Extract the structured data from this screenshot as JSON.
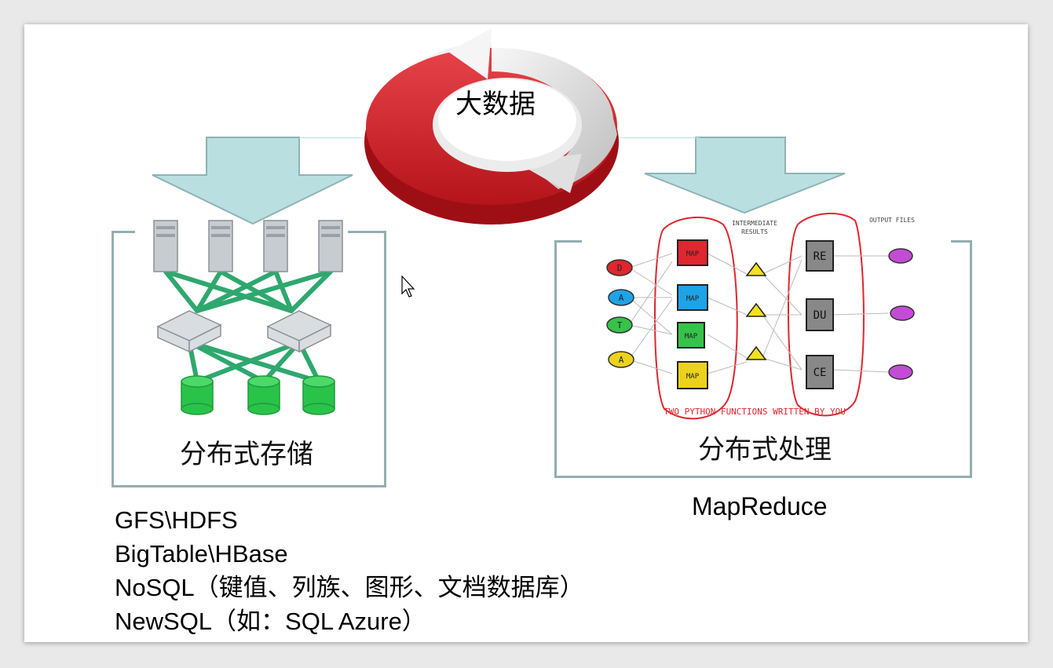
{
  "center": {
    "title": "大数据"
  },
  "storage": {
    "label": "分布式存储",
    "technologies": [
      "GFS\\HDFS",
      "BigTable\\HBase",
      "NoSQL（键值、列族、图形、文档数据库）",
      "NewSQL（如：SQL Azure）"
    ]
  },
  "processing": {
    "label": "分布式处理",
    "technology": "MapReduce",
    "sketch": {
      "inputs": [
        "D",
        "A",
        "T",
        "A"
      ],
      "maps": [
        "MAP",
        "MAP",
        "MAP",
        "MAP"
      ],
      "intermediate_label_1": "INTERMEDIATE",
      "intermediate_label_2": "RESULTS",
      "reducers": [
        "RE",
        "DU",
        "CE"
      ],
      "output_label": "OUTPUT FILES",
      "caption": "TWO PYTHON FUNCTIONS WRITTEN BY YOU"
    }
  },
  "colors": {
    "arrow_fill": "#b9dfe0",
    "arrow_stroke": "#8fb3b4",
    "box_border": "#94aeb0",
    "ring_red": "#d4232b",
    "ring_grey": "#d9d9d9",
    "server_green": "#2ea86e",
    "disk_green": "#29c34a"
  }
}
